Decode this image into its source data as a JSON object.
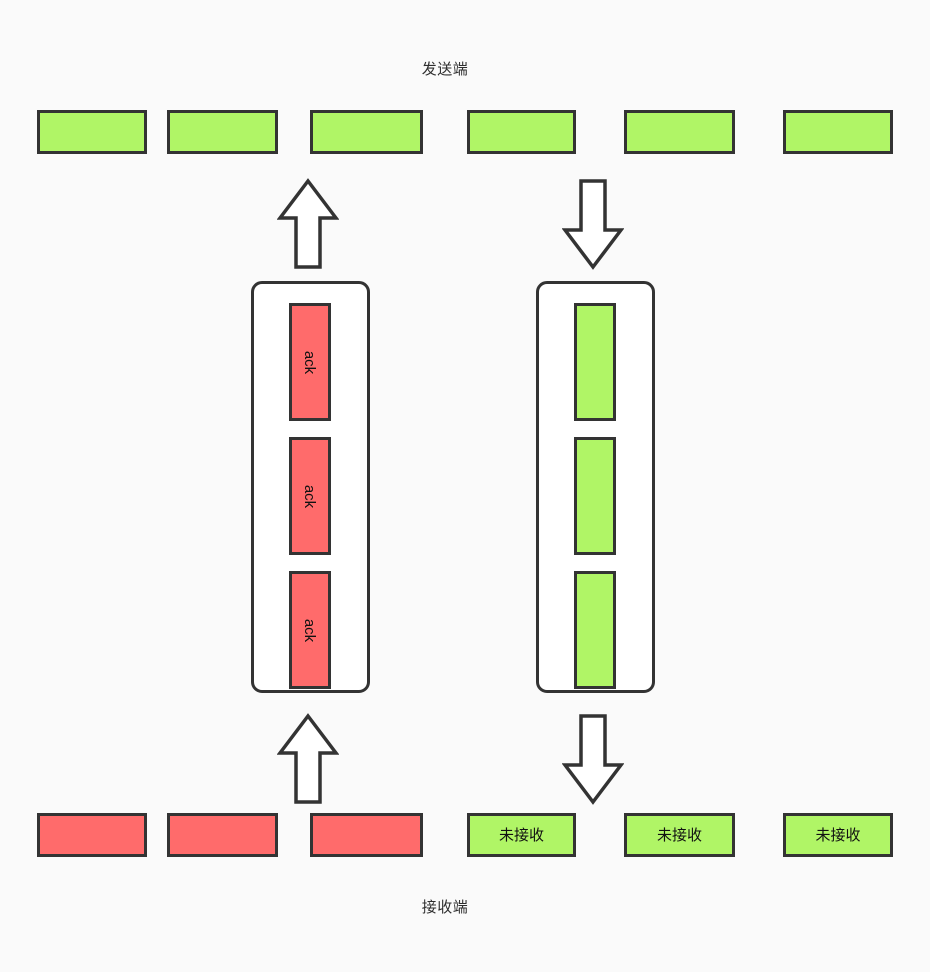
{
  "diagram": {
    "title_top": "发送端",
    "title_bottom": "接收端",
    "background_color": "#fafafa",
    "green_color": "#b0f566",
    "red_color": "#ff6b6b",
    "stroke_color": "#333333",
    "top_row": {
      "label": "sender-packet-row",
      "boxes": [
        {
          "text": "",
          "state": "green"
        },
        {
          "text": "",
          "state": "green"
        },
        {
          "text": "",
          "state": "green"
        },
        {
          "text": "",
          "state": "green"
        },
        {
          "text": "",
          "state": "green"
        },
        {
          "text": "",
          "state": "green"
        }
      ]
    },
    "bottom_row": {
      "label": "receiver-packet-row",
      "boxes": [
        {
          "text": "",
          "state": "red"
        },
        {
          "text": "",
          "state": "red"
        },
        {
          "text": "",
          "state": "red"
        },
        {
          "text": "未接收",
          "state": "green"
        },
        {
          "text": "未接收",
          "state": "green"
        },
        {
          "text": "未接收",
          "state": "green"
        }
      ]
    },
    "left_buffer": {
      "label": "ack-buffer",
      "cells": [
        {
          "text": "ack",
          "state": "red"
        },
        {
          "text": "ack",
          "state": "red"
        },
        {
          "text": "ack",
          "state": "red"
        }
      ]
    },
    "right_buffer": {
      "label": "data-buffer",
      "cells": [
        {
          "text": "",
          "state": "green"
        },
        {
          "text": "",
          "state": "green"
        },
        {
          "text": "",
          "state": "green"
        }
      ]
    },
    "arrows": [
      {
        "name": "arrow-up-top-left",
        "direction": "up"
      },
      {
        "name": "arrow-down-top-right",
        "direction": "down"
      },
      {
        "name": "arrow-up-bottom-left",
        "direction": "up"
      },
      {
        "name": "arrow-down-bottom-right",
        "direction": "down"
      }
    ]
  }
}
